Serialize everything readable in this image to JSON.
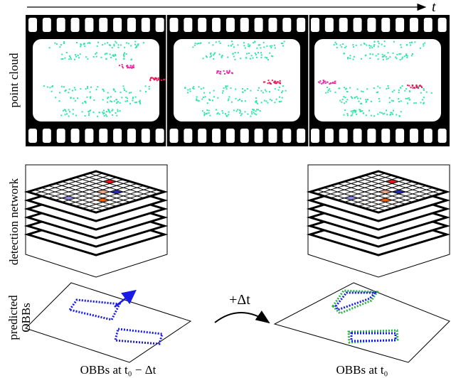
{
  "time_axis": {
    "label": "t"
  },
  "row_labels": {
    "point_cloud": "point cloud",
    "detection_network": "detection network",
    "predicted_obbs_line1": "predicted",
    "predicted_obbs_line2": "OBBs"
  },
  "transition_label": "+Δt",
  "captions": {
    "left": "OBBs at t₀ − Δt",
    "right": "OBBs at t₀"
  },
  "colors": {
    "ground_points": "#2ee6a6",
    "object_points_magenta": "#e62ea8",
    "object_points_red": "#e6195a",
    "film_strip": "#000000",
    "box_blue": "#1a1ae6",
    "box_green": "#2db34a",
    "cell_red": "#e61919",
    "cell_blue": "#2a2ab8",
    "cell_peach": "#f4a88a",
    "cell_orange": "#e66414",
    "cell_lavender": "#8c8ce6"
  }
}
